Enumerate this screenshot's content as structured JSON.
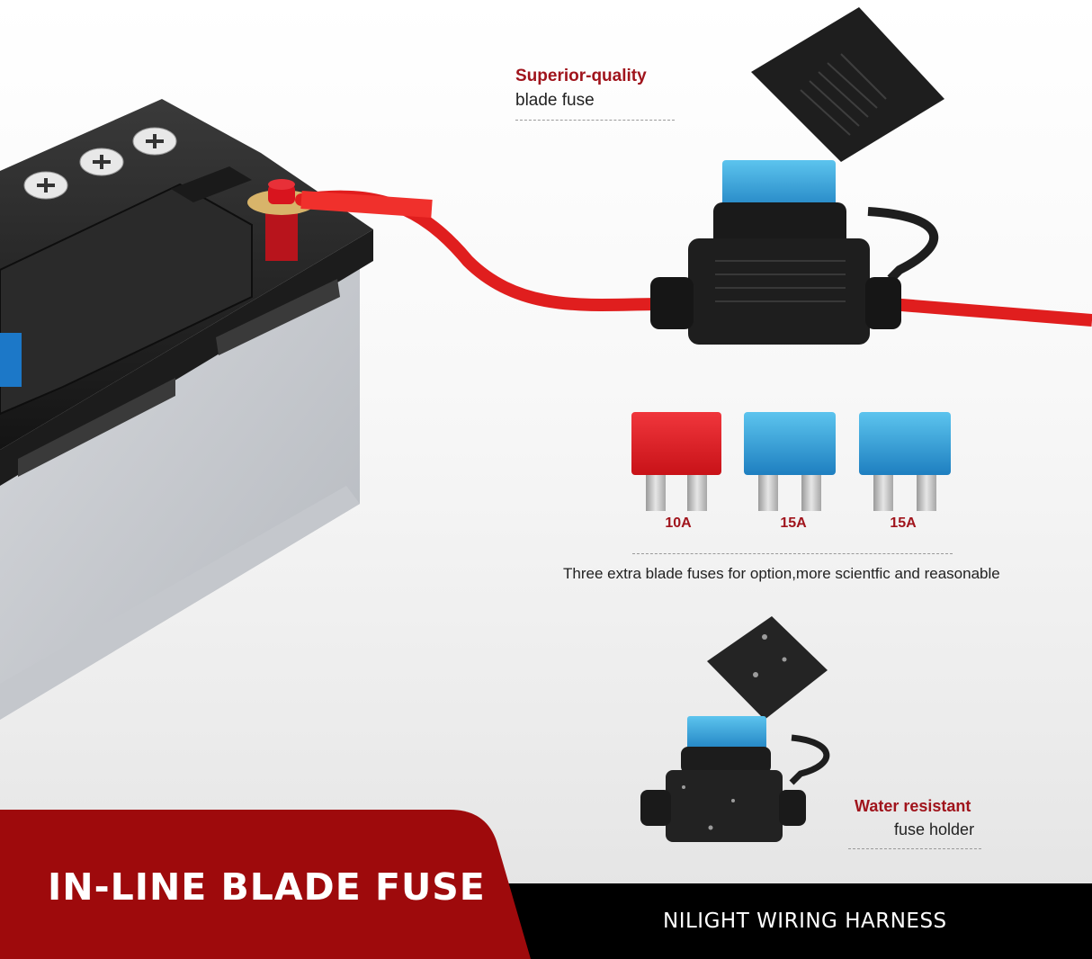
{
  "callouts": {
    "top": {
      "title": "Superior-quality",
      "subtitle": "blade fuse"
    },
    "bottom": {
      "title": "Water resistant",
      "subtitle": "fuse holder"
    }
  },
  "fuses": [
    {
      "label": "10A",
      "color": "#e8202a"
    },
    {
      "label": "15A",
      "color": "#3aa0dc"
    },
    {
      "label": "15A",
      "color": "#3aa0dc"
    }
  ],
  "fuse_caption": "Three extra blade fuses for option,more scientfic and reasonable",
  "banner": {
    "title": "IN-LINE BLADE FUSE",
    "color": "#9e0a0c"
  },
  "footer": {
    "text": "NILIGHT WIRING HARNESS",
    "color": "#000000"
  },
  "colors": {
    "accent_red": "#a0141c",
    "wire_red": "#e01e1e",
    "holder_black": "#1e1e1e"
  }
}
